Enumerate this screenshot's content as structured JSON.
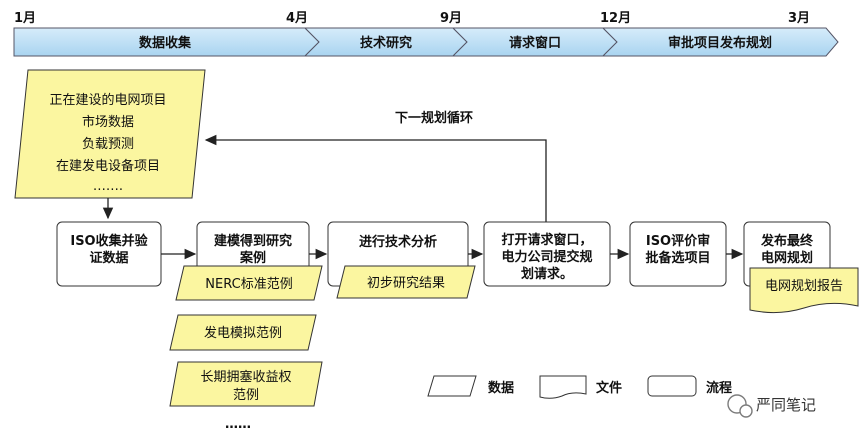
{
  "timeline": {
    "months": [
      "1月",
      "4月",
      "9月",
      "12月",
      "3月"
    ],
    "phases": [
      "数据收集",
      "技术研究",
      "请求窗口",
      "审批项目发布规划"
    ]
  },
  "input_data": [
    "正在建设的电网项目",
    "市场数据",
    "负载预测",
    "在建发电设备项目",
    "……."
  ],
  "loop_label": "下一规划循环",
  "process_steps": [
    [
      "ISO收集并验",
      "证数据"
    ],
    [
      "建模得到研究",
      "案例"
    ],
    [
      "进行技术分析"
    ],
    [
      "打开请求窗口，",
      "电力公司提交规",
      "划请求。"
    ],
    [
      "ISO评价审",
      "批备选项目"
    ],
    [
      "发布最终",
      "电网规划"
    ]
  ],
  "data_items": {
    "nerc": "NERC标准范例",
    "gen": "发电模拟范例",
    "ltr": [
      "长期拥塞收益权",
      "范例"
    ],
    "more": "……",
    "prelim": "初步研究结果"
  },
  "document": "电网规划报告",
  "legend": {
    "data": "数据",
    "file": "文件",
    "process": "流程"
  },
  "watermark": "严同笔记",
  "colors": {
    "timeline_fill": "#bfdff5",
    "data_fill": "#fbf6a0",
    "border": "#333333"
  }
}
